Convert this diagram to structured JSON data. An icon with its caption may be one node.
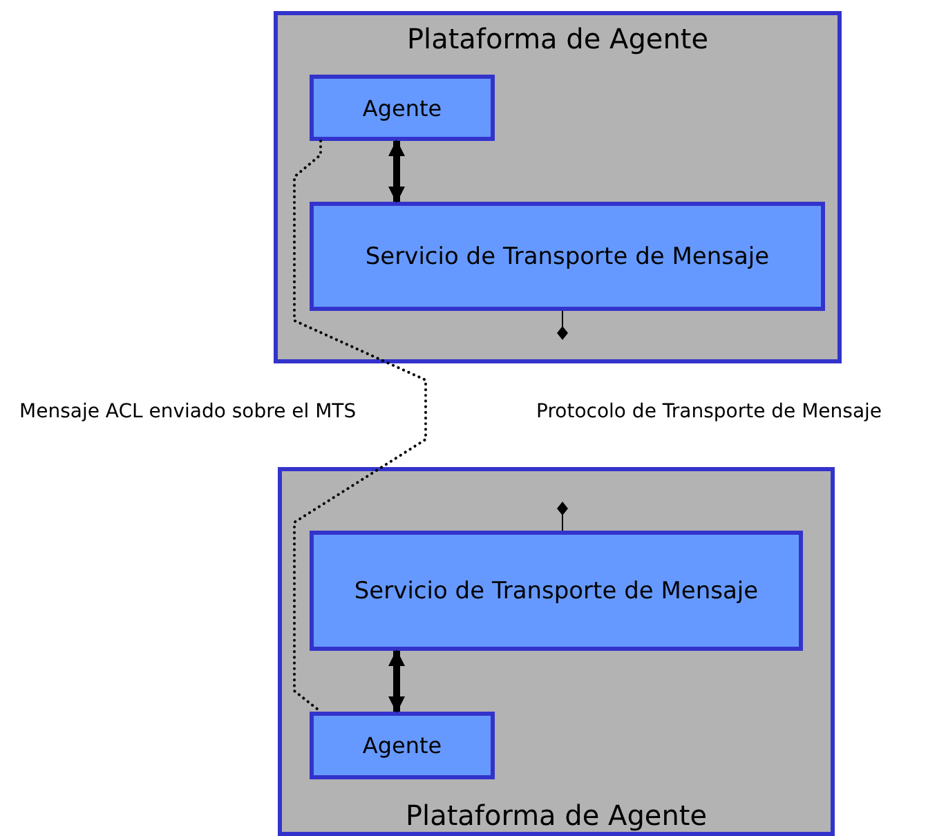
{
  "diagram": {
    "nodes": [
      {
        "text": [
          "Plataforma de Agente"
        ]
      },
      {
        "text": [
          "Agente"
        ],
        "in": 0
      },
      {
        "text": [
          "Servicio de Transporte de Mensaje"
        ],
        "in": 0
      },
      {
        "text": [
          "Plataforma de Agente"
        ]
      },
      {
        "text": [
          "Servicio de Transporte de Mensaje"
        ],
        "in": 3
      },
      {
        "text": [
          "Agente"
        ],
        "in": 3
      }
    ],
    "edges": [
      {
        "from": 1,
        "to": 2,
        "arrow": "both",
        "style": "thick"
      },
      {
        "from": 4,
        "to": 5,
        "arrow": "both",
        "style": "thick"
      },
      {
        "from": 1,
        "to": 5,
        "arrow": "none",
        "style": "dashed",
        "label": "Mensaje ACL enviado sobre el MTS"
      },
      {
        "from": 2,
        "to": null,
        "arrow": "other"
      },
      {
        "from": 4,
        "to": null,
        "arrow": "other"
      }
    ],
    "labels": [
      "Protocolo de Transporte de Mensaje"
    ]
  }
}
